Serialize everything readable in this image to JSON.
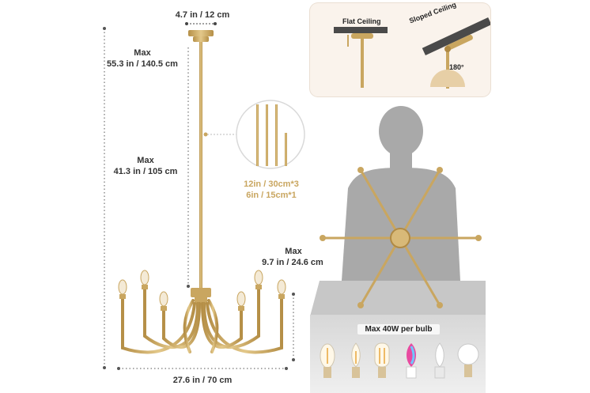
{
  "dimensions": {
    "canopy_width": "4.7 in / 12 cm",
    "max_total_label": "Max",
    "max_total_value": "55.3 in / 140.5 cm",
    "max_rod_label": "Max",
    "max_rod_value": "41.3 in / 105 cm",
    "max_body_label": "Max",
    "max_body_value": "9.7 in / 24.6 cm",
    "fixture_width": "27.6 in / 70 cm"
  },
  "rods": {
    "line1": "12in / 30cm*3",
    "line2": "6in / 15cm*1"
  },
  "ceiling_inset": {
    "flat_label": "Flat Ceiling",
    "sloped_label": "Sloped Ceiling",
    "angle": "180°"
  },
  "bulb_panel": {
    "caption": "Max 40W per bulb",
    "bulbs": [
      "candle-filament-bulb",
      "flame-tip-bulb",
      "edison-filament-bulb",
      "rgb-smart-bulb",
      "led-candle-bulb",
      "globe-led-bulb"
    ]
  },
  "colors": {
    "gold": "#c9a660",
    "gold_dark": "#a8843f",
    "silhouette": "#a9a9a9",
    "dimension_text": "#333333"
  }
}
